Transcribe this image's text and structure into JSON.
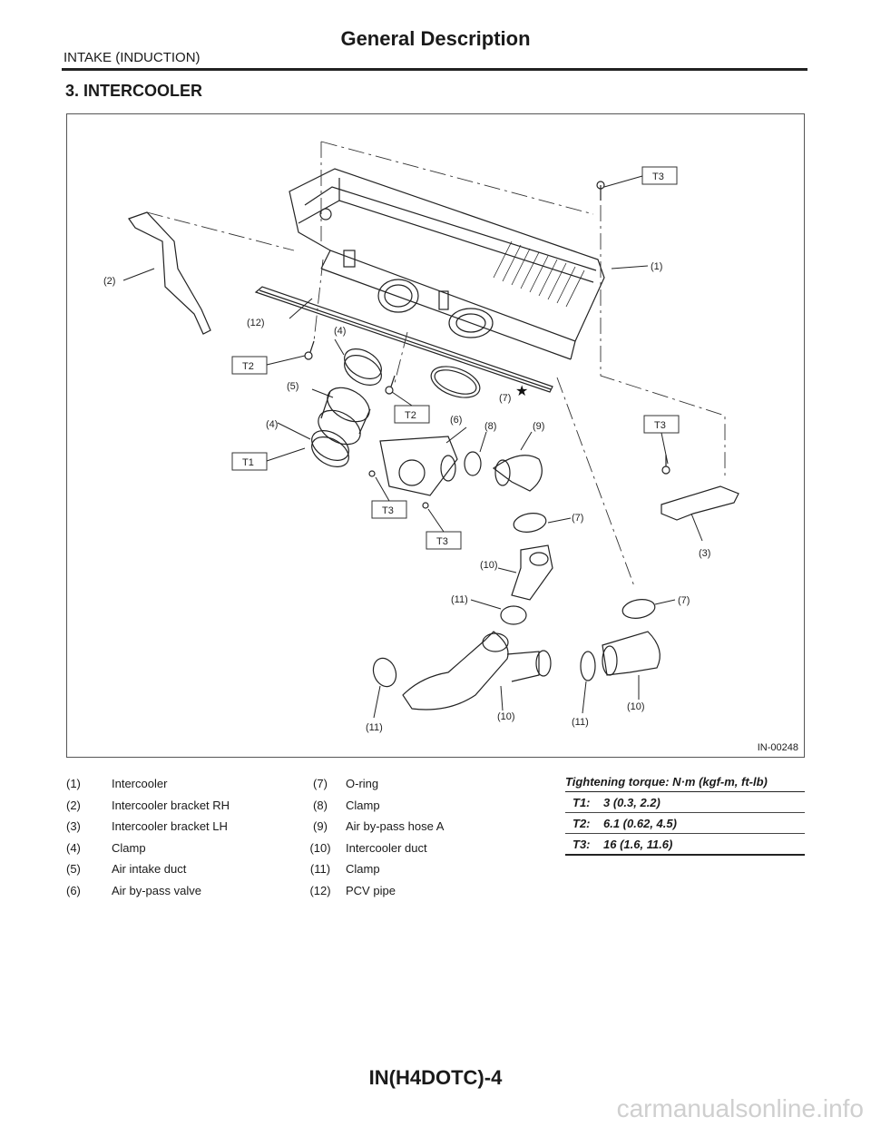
{
  "header": {
    "section": "INTAKE (INDUCTION)",
    "title": "General Description"
  },
  "subsection": "3. INTERCOOLER",
  "figure": {
    "id": "IN-00248",
    "callouts": {
      "c1": "(1)",
      "c2": "(2)",
      "c3": "(3)",
      "c4a": "(4)",
      "c4b": "(4)",
      "c5": "(5)",
      "c6": "(6)",
      "c7a": "(7)",
      "c7b": "(7)",
      "c7c": "(7)",
      "c8": "(8)",
      "c9": "(9)",
      "c10a": "(10)",
      "c10b": "(10)",
      "c10c": "(10)",
      "c11a": "(11)",
      "c11b": "(11)",
      "c11c": "(11)",
      "c12": "(12)"
    },
    "torque_tags": {
      "t3a": "T3",
      "t3b": "T3",
      "t3c": "T3",
      "t3d": "T3",
      "t2a": "T2",
      "t2b": "T2",
      "t1": "T1"
    },
    "symbol_icon": "star-icon"
  },
  "legend": {
    "left": [
      {
        "num": "(1)",
        "label": "Intercooler"
      },
      {
        "num": "(2)",
        "label": "Intercooler bracket RH"
      },
      {
        "num": "(3)",
        "label": "Intercooler bracket LH"
      },
      {
        "num": "(4)",
        "label": "Clamp"
      },
      {
        "num": "(5)",
        "label": "Air intake duct"
      },
      {
        "num": "(6)",
        "label": "Air by-pass valve"
      }
    ],
    "right": [
      {
        "num": "(7)",
        "label": "O-ring"
      },
      {
        "num": "(8)",
        "label": "Clamp"
      },
      {
        "num": "(9)",
        "label": "Air by-pass hose A"
      },
      {
        "num": "(10)",
        "label": "Intercooler duct"
      },
      {
        "num": "(11)",
        "label": "Clamp"
      },
      {
        "num": "(12)",
        "label": "PCV pipe"
      }
    ]
  },
  "torque": {
    "heading": "Tightening torque: N·m (kgf-m, ft-lb)",
    "rows": [
      {
        "key": "T1:",
        "value": "3 (0.3, 2.2)"
      },
      {
        "key": "T2:",
        "value": "6.1 (0.62, 4.5)"
      },
      {
        "key": "T3:",
        "value": "16 (1.6, 11.6)"
      }
    ]
  },
  "footer": {
    "page_id": "IN(H4DOTC)-4"
  },
  "watermark": "carmanualsonline.info"
}
